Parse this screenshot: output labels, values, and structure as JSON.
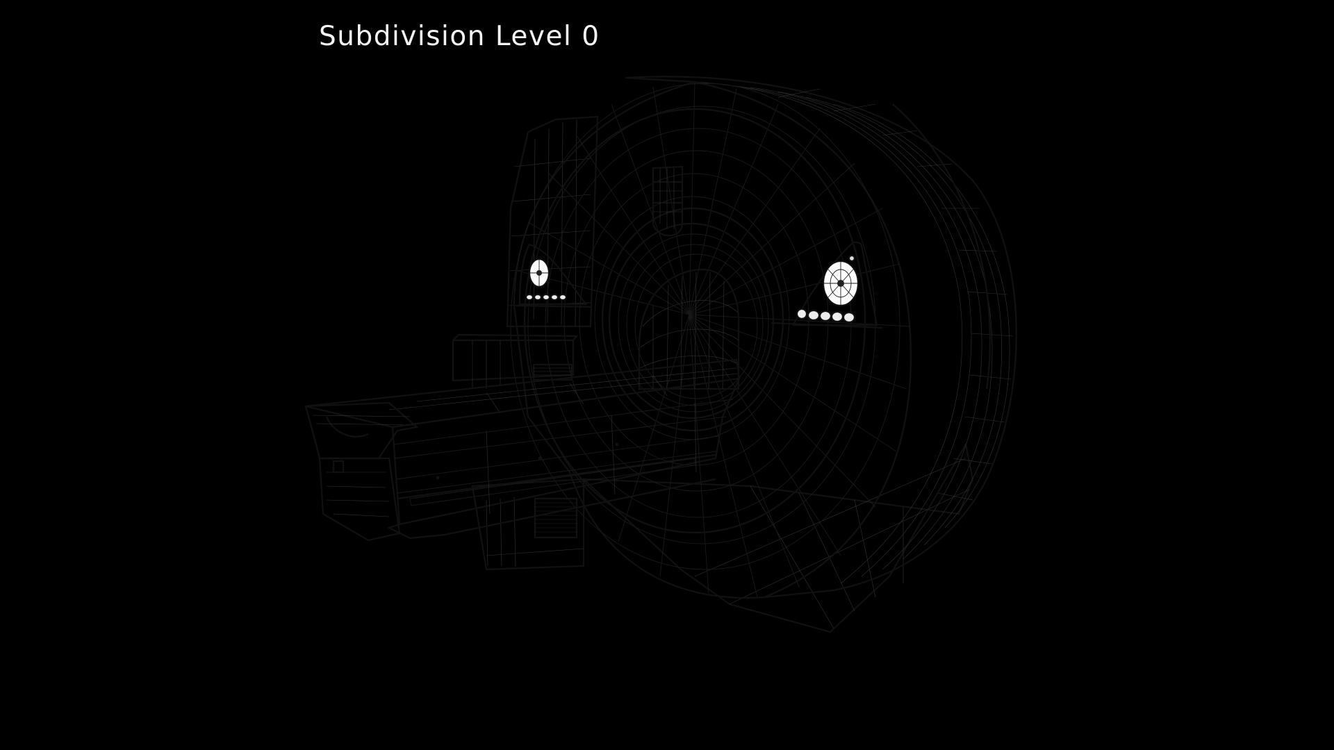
{
  "caption": {
    "text": "Subdivision Level 0"
  },
  "scene": {
    "subject": "MRI scanner 3D model",
    "render_style": "white clay render with wireframe overlay",
    "background_color": "#000000",
    "surface_color": "#ffffff",
    "wire_color": "#1a1a1a",
    "parts": [
      "gantry-ring",
      "bore-opening",
      "top-sensor-block",
      "left-control-panel",
      "right-control-panel",
      "patient-table",
      "table-base-vent",
      "rear-cabinet",
      "gantry-base"
    ],
    "control_panel": {
      "buttons_count": 5,
      "dial": "cross-shaped four-way dial"
    }
  }
}
